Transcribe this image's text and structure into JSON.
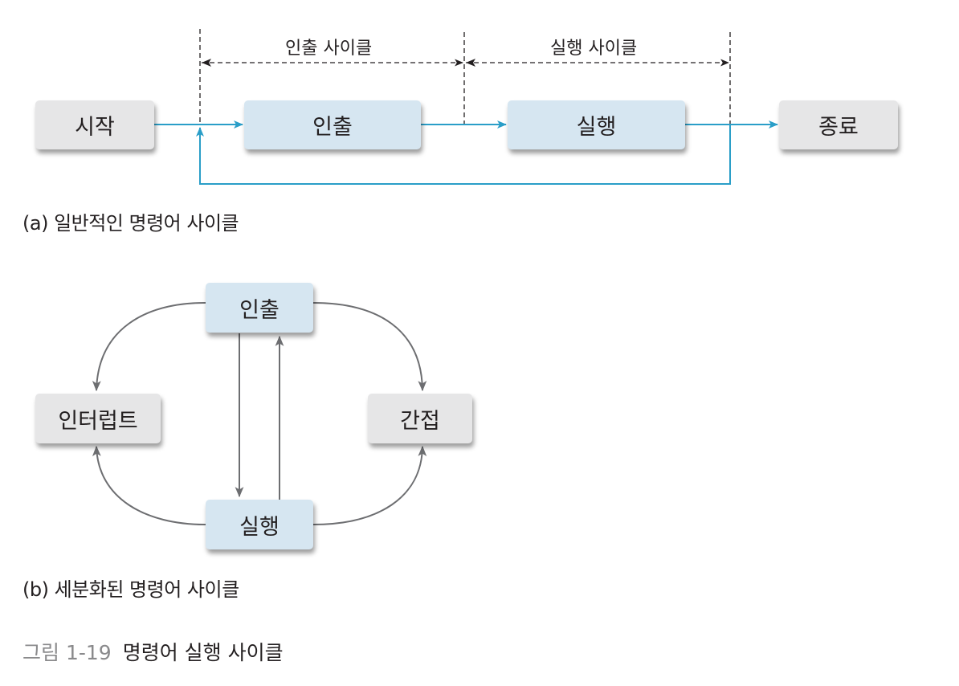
{
  "colors": {
    "flow_blue": "#2a9ec8",
    "arrow_gray": "#6d6e71",
    "dashed_black": "#231f20",
    "box_gray": "#e6e6e7",
    "box_blue": "#d6e6f1"
  },
  "part_a": {
    "dimension_labels": {
      "fetch_cycle": "인출 사이클",
      "execute_cycle": "실행 사이클"
    },
    "nodes": {
      "start": "시작",
      "fetch": "인출",
      "execute": "실행",
      "end": "종료"
    },
    "caption": "(a) 일반적인 명령어 사이클"
  },
  "part_b": {
    "nodes": {
      "fetch": "인출",
      "execute": "실행",
      "interrupt": "인터럽트",
      "indirect": "간접"
    },
    "caption": "(b) 세분화된 명령어 사이클"
  },
  "figure": {
    "number": "그림 1-19",
    "title": "명령어 실행 사이클"
  }
}
